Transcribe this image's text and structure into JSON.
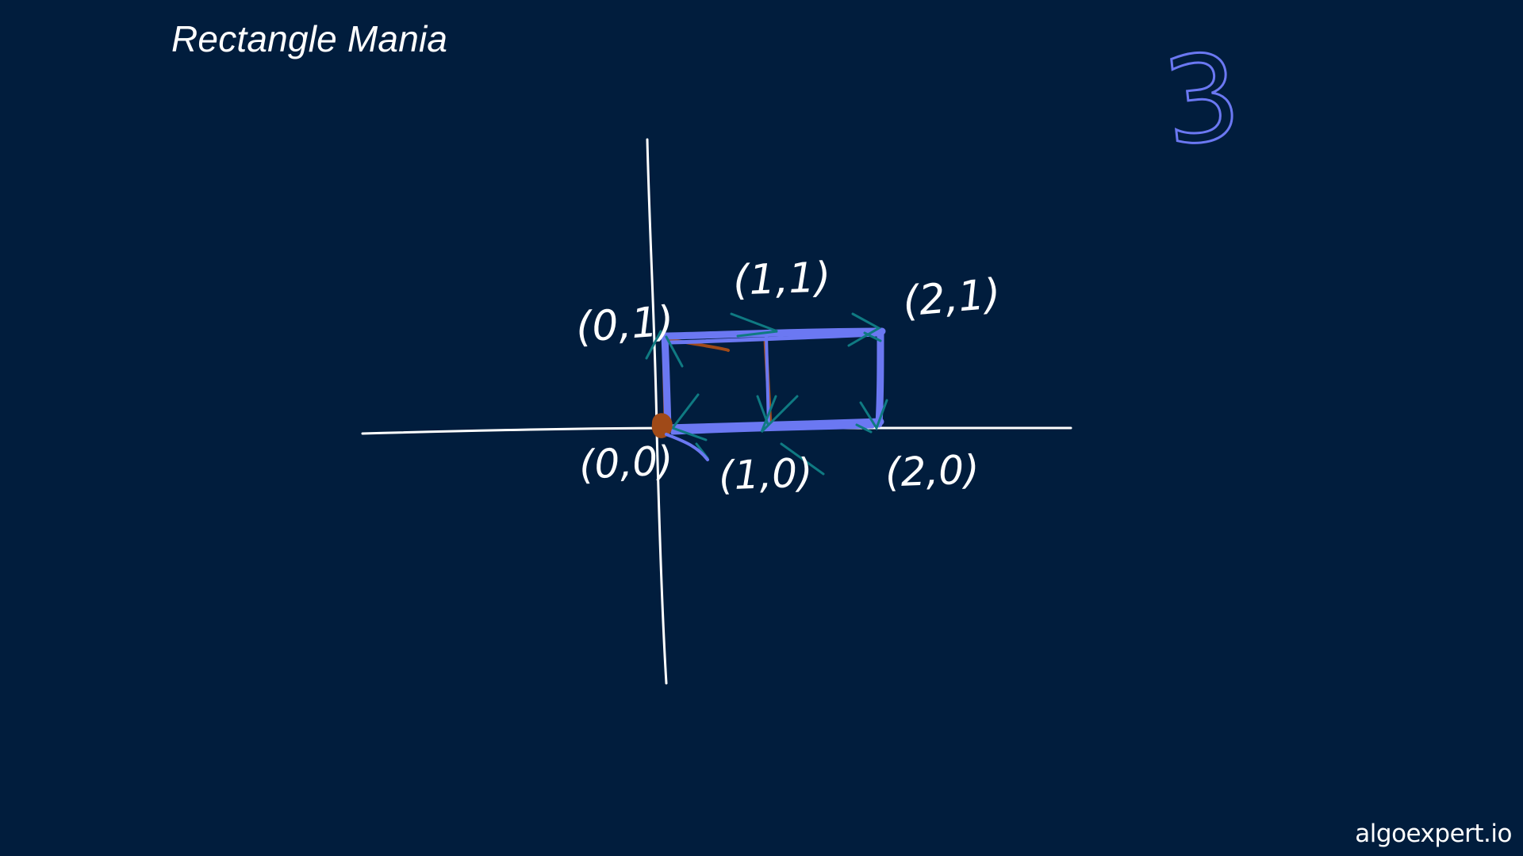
{
  "title": "Rectangle Mania",
  "watermark": "algoexpert.io",
  "count_label": "3",
  "point_labels": {
    "origin": "(0,0)",
    "p01": "(0,1)",
    "p11": "(1,1)",
    "p21": "(2,1)",
    "p10": "(1,0)",
    "p20": "(2,0)"
  },
  "colors": {
    "background": "#011d3d",
    "axes": "#ffffff",
    "rectangle": "#6b78f2",
    "arrows": "#0f7a82",
    "highlight": "#a04a18",
    "count": "#6b78f2"
  }
}
